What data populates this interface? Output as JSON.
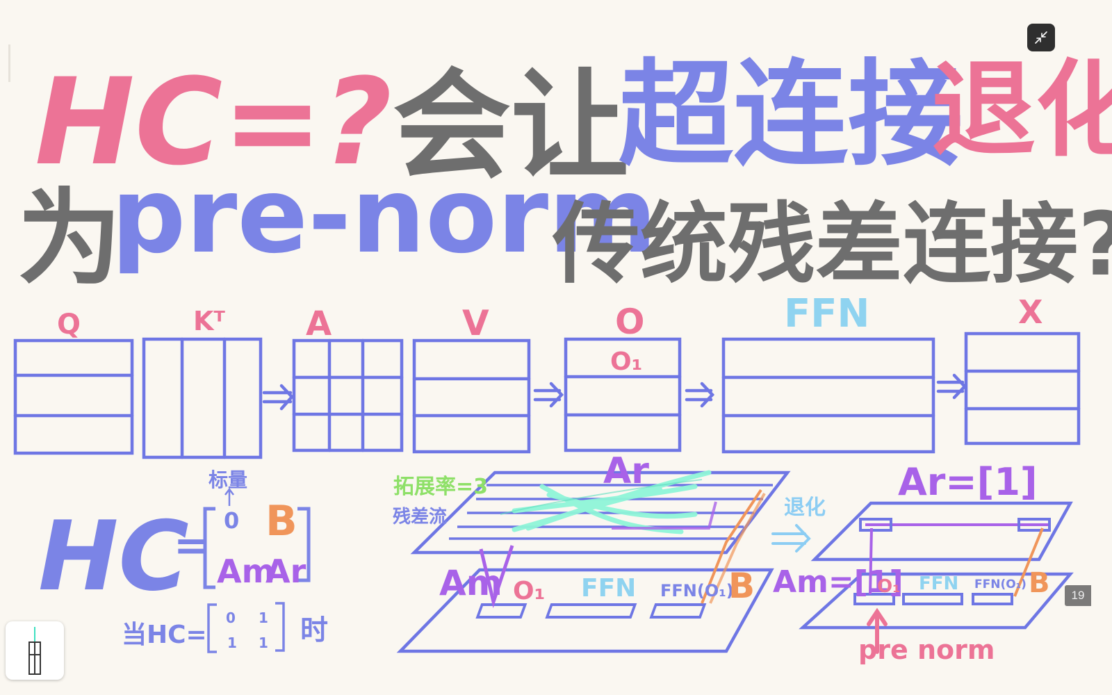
{
  "colors": {
    "pink": "#ec7396",
    "gray": "#6e6e6e",
    "blue": "#7b84e6",
    "cyan": "#8fd3f0",
    "orange": "#f0955a",
    "purple": "#a862e8",
    "green": "#8ee068",
    "lightblue": "#8ccdf3"
  },
  "title": {
    "line1": {
      "formula": "HC=?",
      "mid": "会让",
      "blue": "超连接",
      "pink": "退化"
    },
    "line2": {
      "prefix": "为",
      "blue": "pre-norm",
      "gray": "传统残差连接?"
    }
  },
  "matrices": {
    "q": "Q",
    "kt": "Kᵀ",
    "a": "A",
    "v": "V",
    "o": "O",
    "o1": "O₁",
    "ffn": "FFN",
    "x": "X"
  },
  "formula": {
    "lhs": "HC",
    "eq": "=",
    "top_left": "0",
    "top_right": "B",
    "bottom_left": "Am",
    "bottom_right": "Ar",
    "scalar_note": "标量",
    "condition_prefix": "当HC=",
    "condition_matrix": "[0 1; 1 1]",
    "condition_suffix": "时"
  },
  "diagram_mid": {
    "ar": "Ar",
    "expand_rate": "拓展率=3",
    "residual_stream": "残差流",
    "am": "Am",
    "o1": "O₁",
    "ffn": "FFN",
    "ffn_o1": "FFN(O₁)",
    "b": "B"
  },
  "diagram_right": {
    "degrade": "退化",
    "ar_eq": "Ar=[1]",
    "am_eq": "Am=[1]",
    "o1": "O₁",
    "ffn": "FFN",
    "ffn_o1": "FFN(O₁)",
    "b": "B",
    "pre_norm": "pre norm"
  },
  "controls": {
    "collapse_icon": "collapse-arrows-icon",
    "page_number": "19",
    "thumbnail_icon": "pen-icon"
  }
}
